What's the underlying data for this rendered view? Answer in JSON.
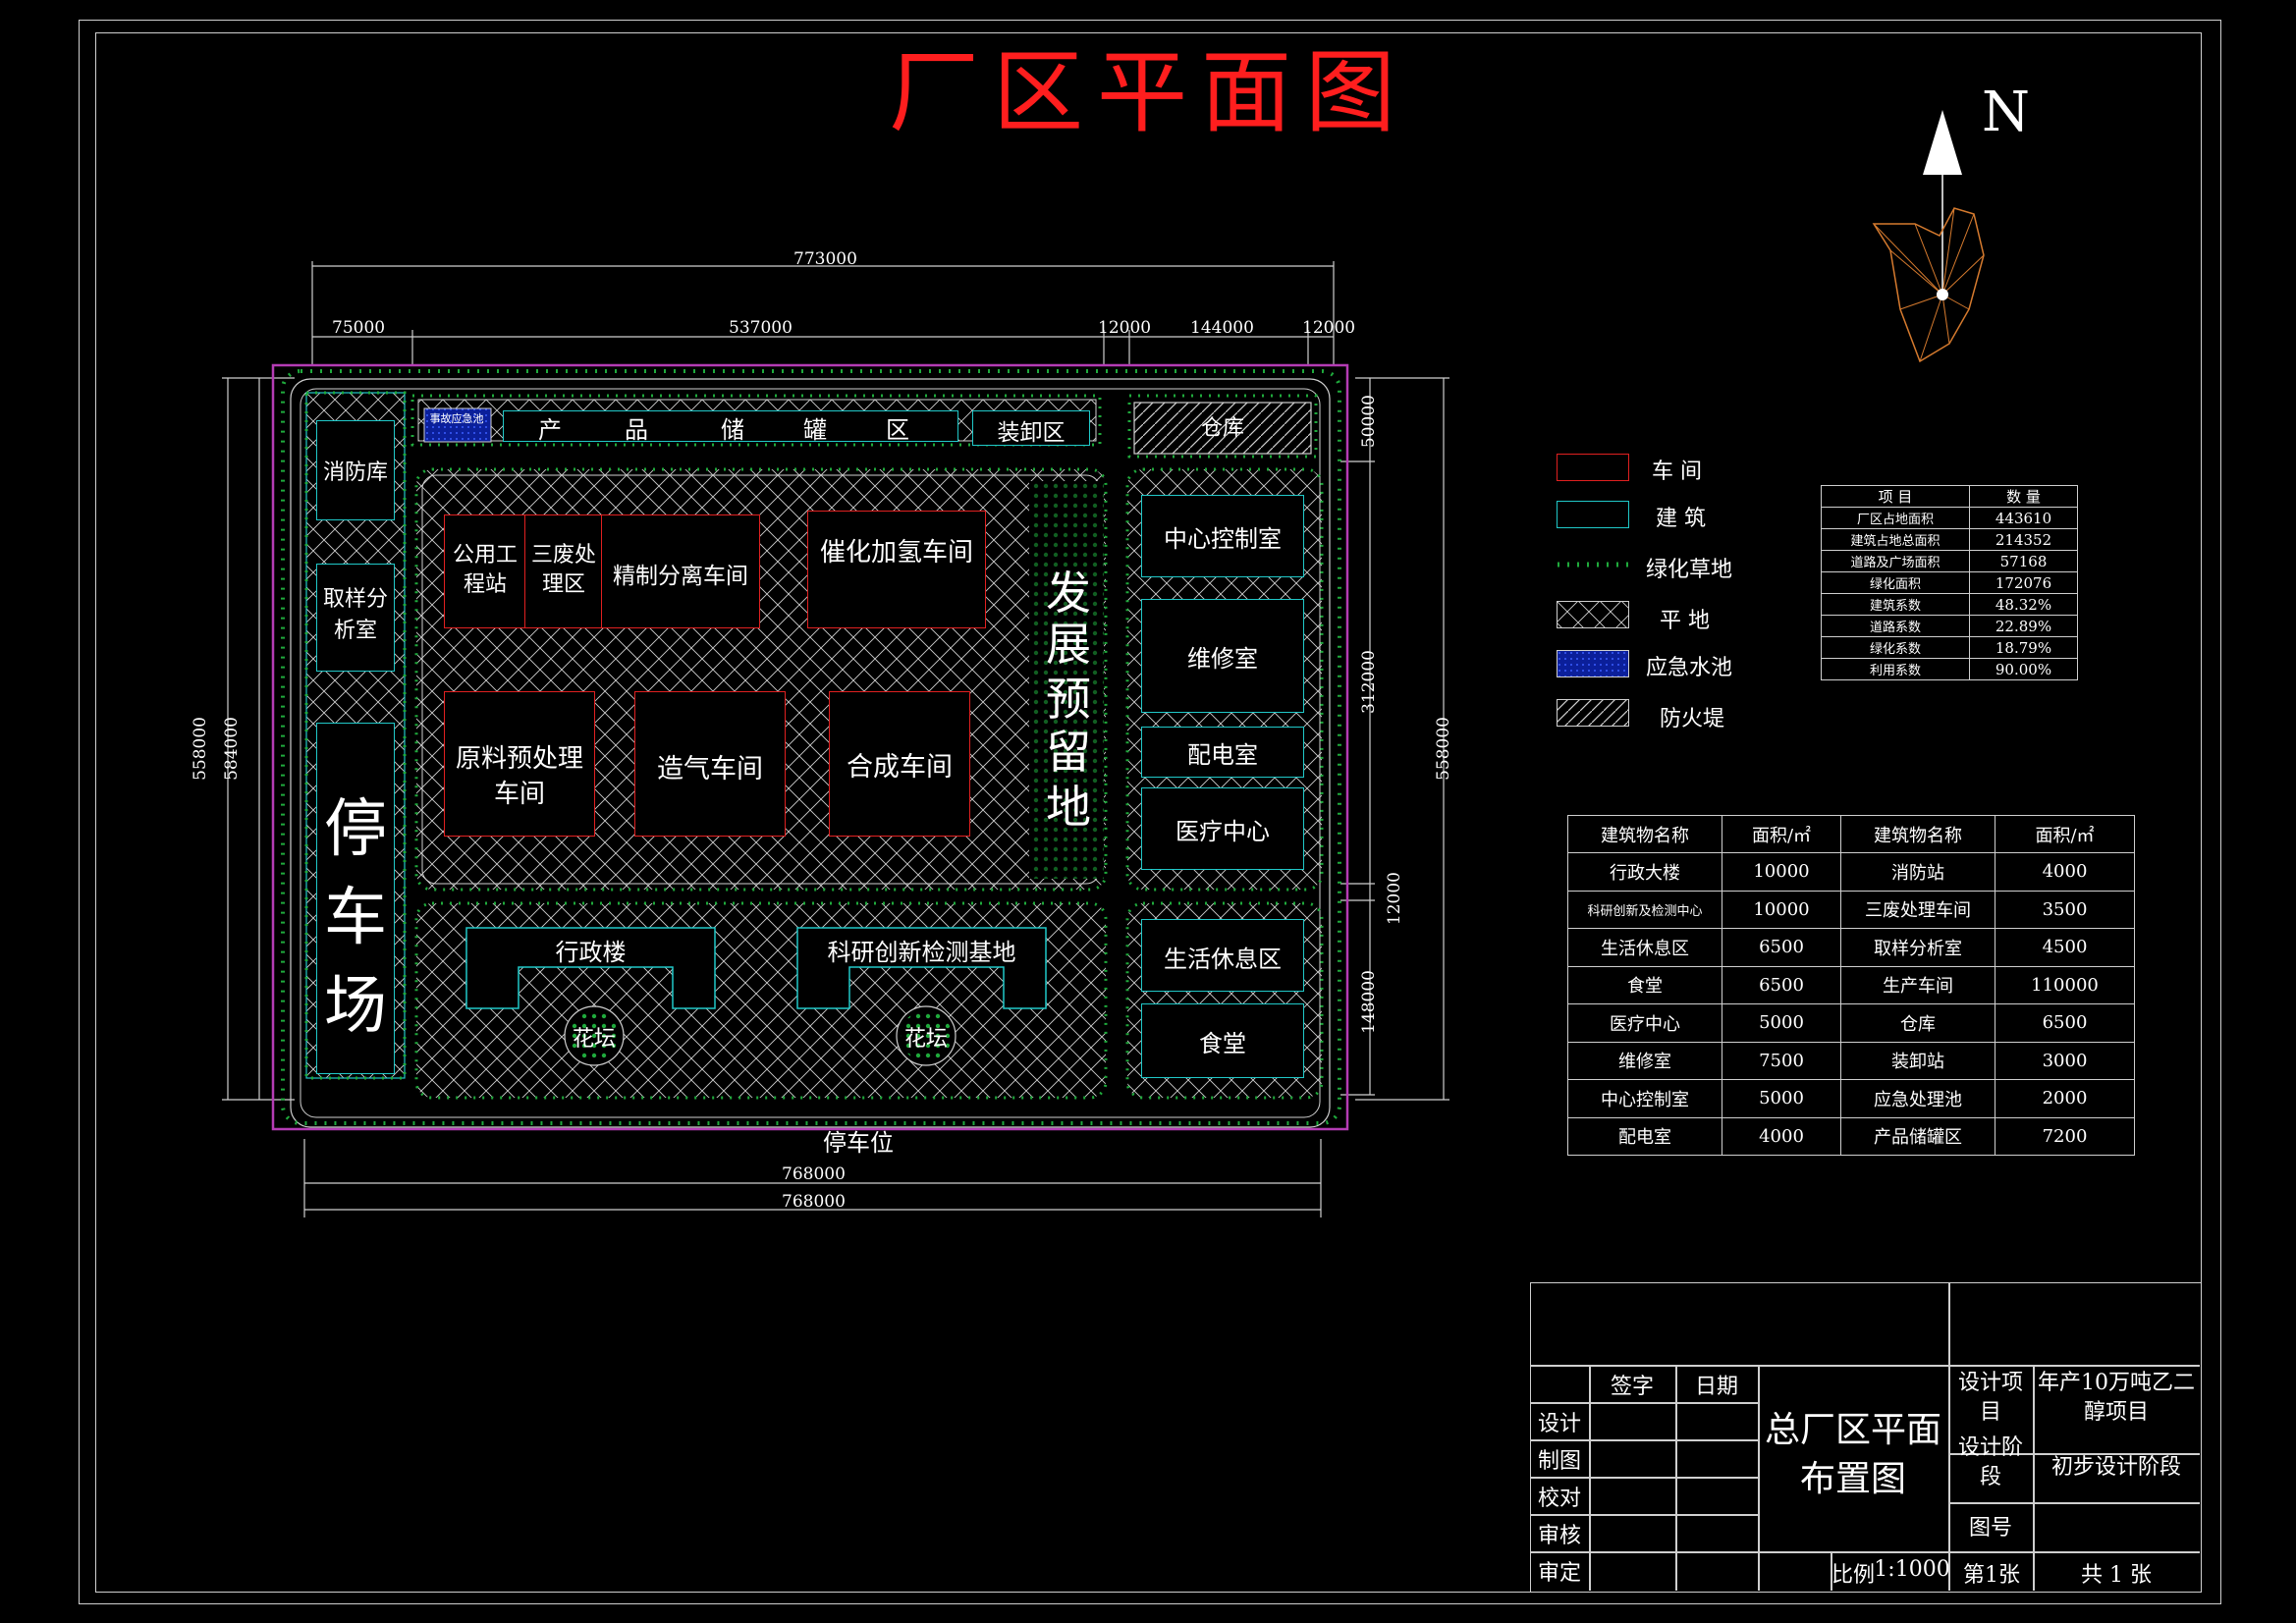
{
  "title": "厂区平面图",
  "north_label": "N",
  "dimensions": {
    "top_total": "773000",
    "top_left": "75000",
    "top_mid": "537000",
    "top_gap1": "12000",
    "top_right": "144000",
    "top_gap2": "12000",
    "left_outer": "558000",
    "left_inner": "584000",
    "right_outer": "558000",
    "right_top": "50000",
    "right_mid": "312000",
    "right_gap": "12000",
    "right_bottom": "148000",
    "bottom_1": "768000",
    "bottom_2": "768000"
  },
  "plan": {
    "emergency_pool": "事故应急池",
    "product_storage": [
      "产",
      "品",
      "储",
      "罐",
      "区"
    ],
    "unloading": "装卸区",
    "warehouse": "仓库",
    "fire_station": "消防库",
    "sampling_lab": "取样分析室",
    "parking": [
      "停",
      "车",
      "场"
    ],
    "utility": "公用工程站",
    "waste": "三废处理区",
    "refining": "精制分离车间",
    "catalytic": "催化加氢车间",
    "raw_pretreat": "原料预处理车间",
    "gas_making": "造气车间",
    "synthesis": "合成车间",
    "reserve": [
      "发",
      "展",
      "预",
      "留",
      "地"
    ],
    "control_room": "中心控制室",
    "repair": "维修室",
    "power": "配电室",
    "medical": "医疗中心",
    "admin": "行政楼",
    "research": "科研创新检测基地",
    "flower1": "花坛",
    "flower2": "花坛",
    "rest_area": "生活休息区",
    "canteen": "食堂",
    "parking_spot": "停车位"
  },
  "legend": [
    {
      "label": "车  间",
      "swatch": "red-outline"
    },
    {
      "label": "建  筑",
      "swatch": "cyan-outline"
    },
    {
      "label": "绿化草地",
      "swatch": "green-dots"
    },
    {
      "label": "平  地",
      "swatch": "cross-hatch"
    },
    {
      "label": "应急水池",
      "swatch": "blue-fill"
    },
    {
      "label": "防火堤",
      "swatch": "diagonal-hatch"
    }
  ],
  "summary_table": {
    "headers": [
      "项   目",
      "数   量"
    ],
    "rows": [
      [
        "厂区占地面积",
        "443610"
      ],
      [
        "建筑占地总面积",
        "214352"
      ],
      [
        "道路及广场面积",
        "57168"
      ],
      [
        "绿化面积",
        "172076"
      ],
      [
        "建筑系数",
        "48.32%"
      ],
      [
        "道路系数",
        "22.89%"
      ],
      [
        "绿化系数",
        "18.79%"
      ],
      [
        "利用系数",
        "90.00%"
      ]
    ]
  },
  "building_table": {
    "headers": [
      "建筑物名称",
      "面积/㎡",
      "建筑物名称",
      "面积/㎡"
    ],
    "rows": [
      [
        "行政大楼",
        "10000",
        "消防站",
        "4000"
      ],
      [
        "科研创新及检测中心",
        "10000",
        "三废处理车间",
        "3500"
      ],
      [
        "生活休息区",
        "6500",
        "取样分析室",
        "4500"
      ],
      [
        "食堂",
        "6500",
        "生产车间",
        "110000"
      ],
      [
        "医疗中心",
        "5000",
        "仓库",
        "6500"
      ],
      [
        "维修室",
        "7500",
        "装卸站",
        "3000"
      ],
      [
        "中心控制室",
        "5000",
        "应急处理池",
        "2000"
      ],
      [
        "配电室",
        "4000",
        "产品储罐区",
        "7200"
      ]
    ]
  },
  "title_block": {
    "sign": "签字",
    "date": "日期",
    "roles": [
      "设计",
      "制图",
      "校对",
      "审核",
      "审定"
    ],
    "drawing_name": "总厂区平面布置图",
    "project_label": "设计项目",
    "project_value": "年产10万吨乙二醇项目",
    "stage_label": "设计阶段",
    "stage_value": "初步设计阶段",
    "number_label": "图号",
    "number_value": "",
    "scale_label": "比例",
    "scale_value": "1:1000",
    "sheet": "第1张",
    "total": "共  1  张"
  }
}
